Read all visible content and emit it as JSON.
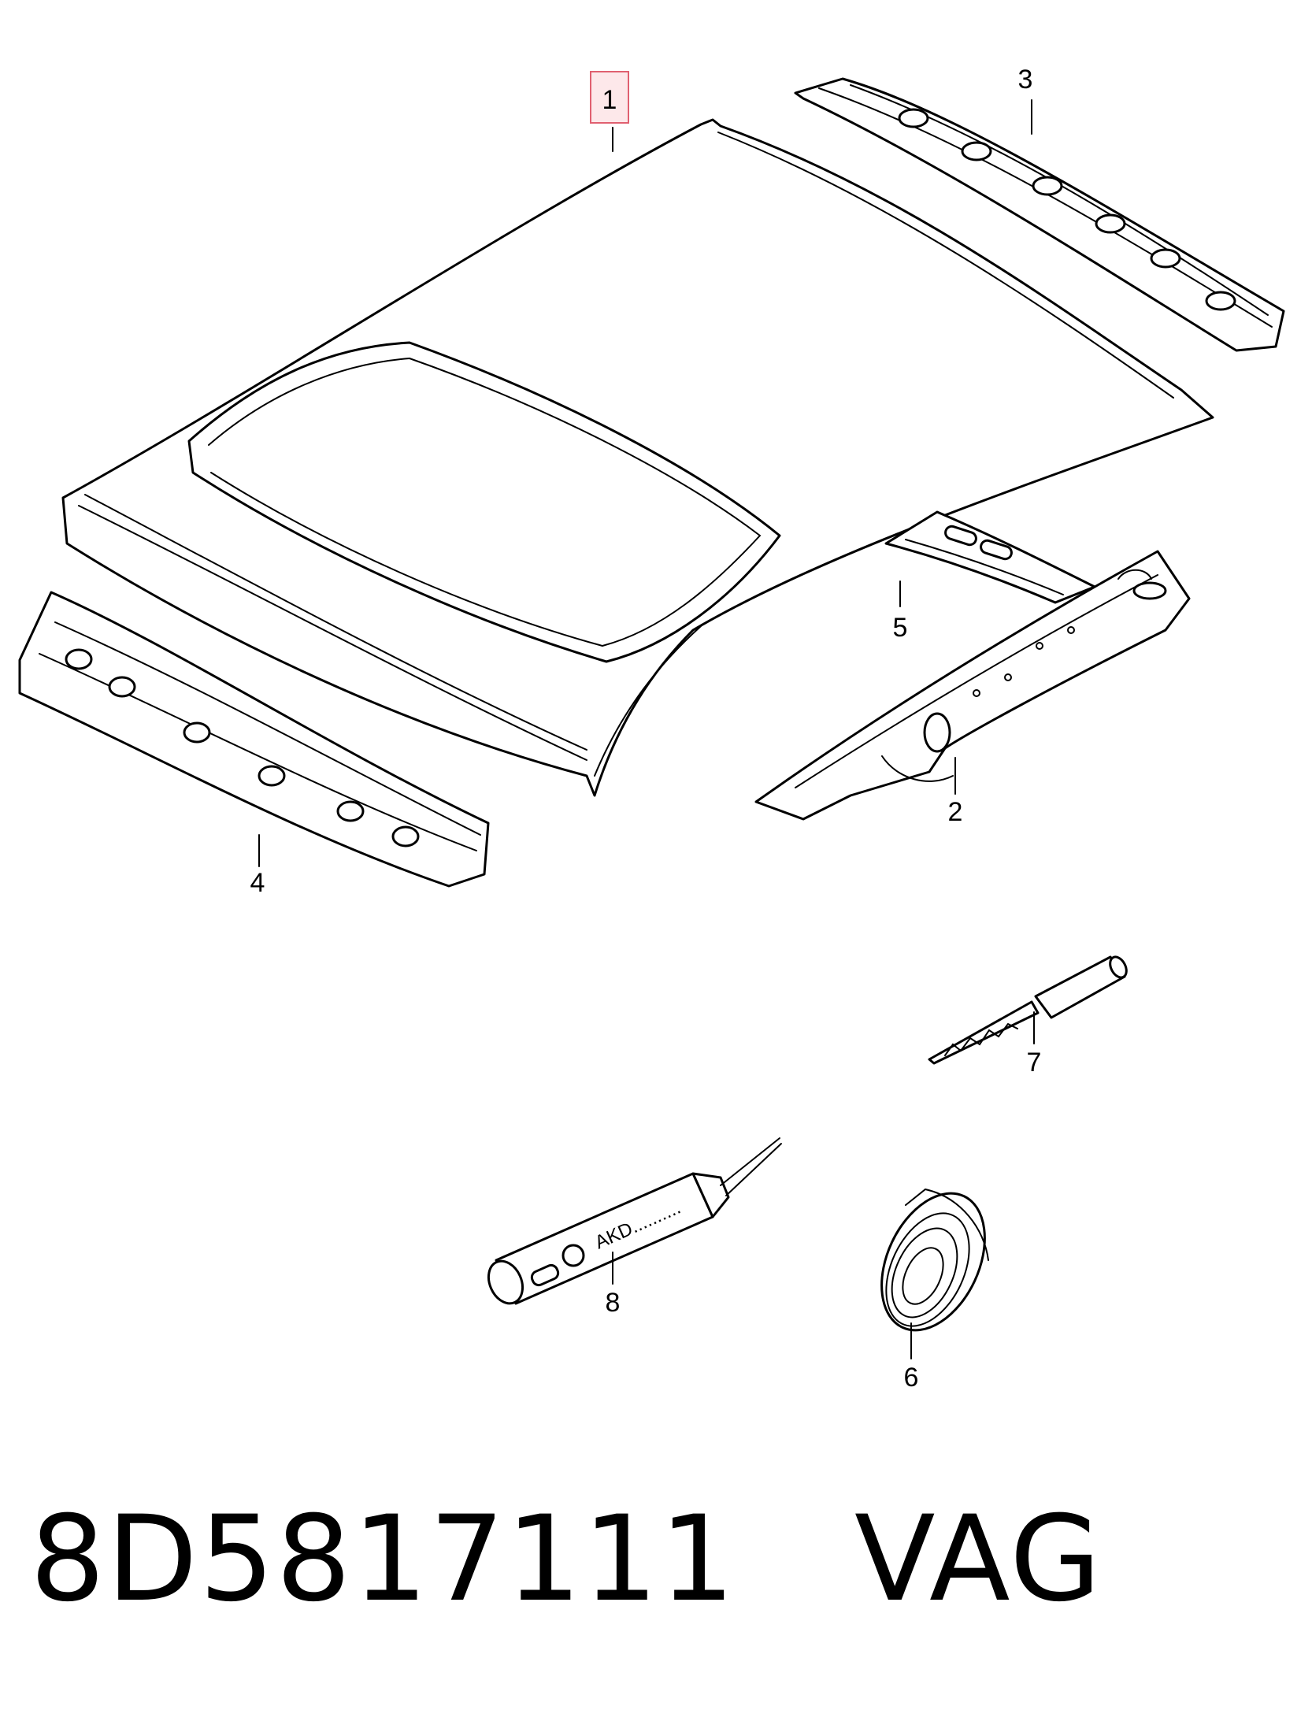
{
  "callouts": [
    "1",
    "2",
    "3",
    "4",
    "5",
    "6",
    "7",
    "8"
  ],
  "highlighted_callout": "1",
  "sealant_label": "AKD..........",
  "part_number": "8D5817111",
  "brand": "VAG",
  "colors": {
    "line": "#000000",
    "background": "#ffffff",
    "highlight_fill": "#fde8ea",
    "highlight_border": "#e06070"
  }
}
